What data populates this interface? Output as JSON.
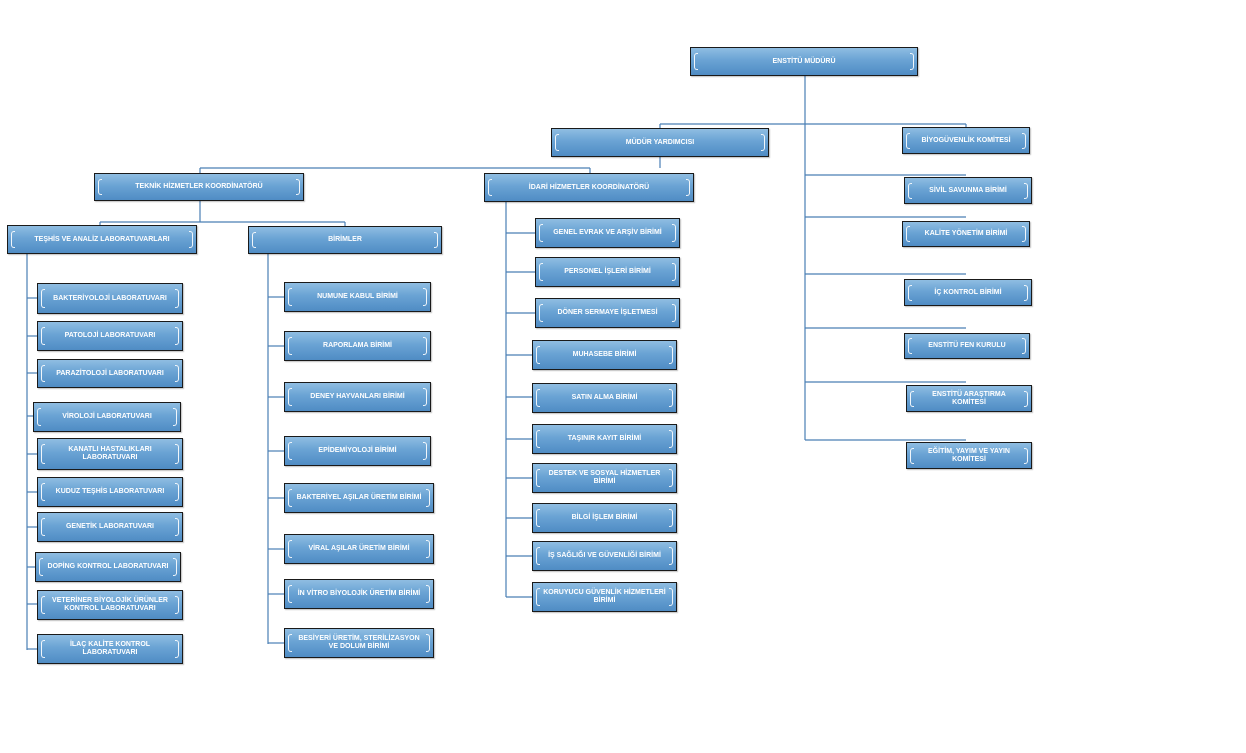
{
  "chart": {
    "root": "ENSTİTÜ MÜDÜRÜ",
    "deputy": "MÜDÜR YARDIMCISI",
    "teknik": "TEKNİK HİZMETLER KOORDİNATÖRÜ",
    "idari": "İDARİ HİZMETLER KOORDİNATÖRÜ",
    "teshis": "TEŞHİS VE ANALİZ LABORATUVARLARI",
    "birimler": "BİRİMLER",
    "labs": [
      "BAKTERİYOLOJİ LABORATUVARI",
      "PATOLOJİ LABORATUVARI",
      "PARAZİTOLOJİ LABORATUVARI",
      "VİROLOJİ LABORATUVARI",
      "KANATLI HASTALIKLARI LABORATUVARI",
      "KUDUZ TEŞHİS LABORATUVARI",
      "GENETİK LABORATUVARI",
      "DOPİNG KONTROL LABORATUVARI",
      "VETERİNER BİYOLOJİK ÜRÜNLER KONTROL LABORATUVARI",
      "İLAÇ KALİTE KONTROL LABORATUVARI"
    ],
    "units": [
      "NUMUNE KABUL BİRİMİ",
      "RAPORLAMA BİRİMİ",
      "DENEY HAYVANLARI BİRİMİ",
      "EPİDEMİYOLOJİ BİRİMİ",
      "BAKTERİYEL AŞILAR ÜRETİM BİRİMİ",
      "VİRAL AŞILAR ÜRETİM BİRİMİ",
      "İN VİTRO BİYOLOJİK ÜRETİM BİRİMİ",
      "BESİYERİ ÜRETİM, STERİLİZASYON VE DOLUM BİRİMİ"
    ],
    "admin_units": [
      "GENEL EVRAK VE ARŞİV BİRİMİ",
      "PERSONEL İŞLERİ BİRİMİ",
      "DÖNER SERMAYE İŞLETMESİ",
      "MUHASEBE BİRİMİ",
      "SATIN ALMA BİRİMİ",
      "TAŞINIR KAYIT BİRİMİ",
      "DESTEK VE SOSYAL HİZMETLER BİRİMİ",
      "BİLGİ İŞLEM BİRİMİ",
      "İŞ SAĞLIĞI VE GÜVENLİĞİ BİRİMİ",
      "KORUYUCU GÜVENLİK HİZMETLERİ BİRİMİ"
    ],
    "committees": [
      "BİYOGÜVENLİK KOMİTESİ",
      "SİVİL SAVUNMA BİRİMİ",
      "KALİTE YÖNETİM BİRİMİ",
      "İÇ KONTROL BİRİMİ",
      "ENSTİTÜ FEN KURULU",
      "ENSTİTÜ ARAŞTIRMA KOMİTESİ",
      "EĞİTİM, YAYIM VE YAYIN KOMİTESİ"
    ]
  }
}
